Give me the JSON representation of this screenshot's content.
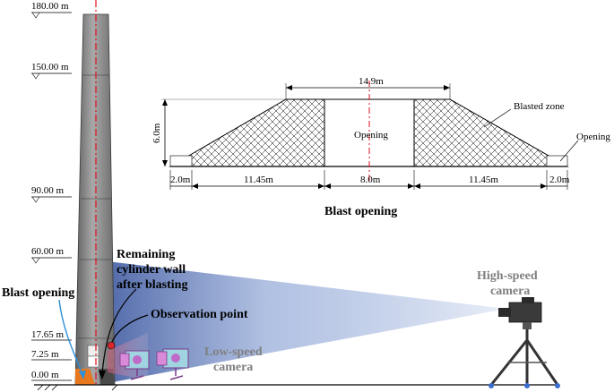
{
  "elevations": {
    "e180": "180.00 m",
    "e150": "150.00 m",
    "e90": "90.00 m",
    "e60": "60.00 m",
    "e17": "17.65 m",
    "e7": "7.25 m",
    "e0": "0.00 m"
  },
  "opening_diagram": {
    "top_width": "14.9m",
    "height": "6.0m",
    "opening_label": "Opening",
    "blasted_zone_label": "Blasted zone",
    "side_opening_label": "Opening",
    "dims": [
      "2.0m",
      "11.45m",
      "8.0m",
      "11.45m",
      "2.0m"
    ],
    "title": "Blast opening"
  },
  "labels": {
    "remaining_line1": "Remaining",
    "remaining_line2": "cylinder wall",
    "remaining_line3": "after blasting",
    "blast_opening": "Blast opening",
    "observation_point": "Observation point",
    "low_speed_line1": "Low-speed",
    "low_speed_line2": "camera",
    "high_speed_line1": "High-speed",
    "high_speed_line2": "camera"
  },
  "colors": {
    "chimney": "#7d7d7d",
    "axis_line": "#e0101f",
    "observation_point": "#d9262b",
    "opening_fill": "#e8781e",
    "blue_arrow": "#2e8fd6",
    "label_gray": "#7f7f7f"
  }
}
